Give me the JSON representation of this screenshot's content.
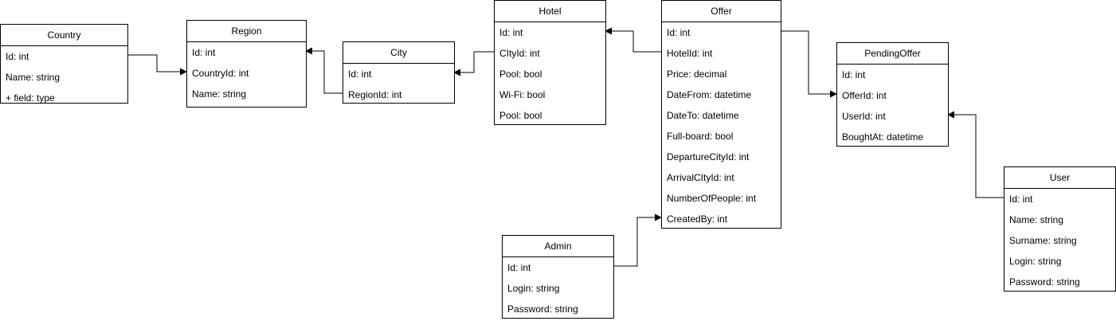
{
  "diagram": {
    "entities": {
      "country": {
        "title": "Country",
        "fields": [
          "Id: int",
          "Name: string",
          "+ field: type"
        ]
      },
      "region": {
        "title": "Region",
        "fields": [
          "Id: int",
          "CountryId: int",
          "Name: string"
        ]
      },
      "city": {
        "title": "City",
        "fields": [
          "Id: int",
          "RegionId: int"
        ]
      },
      "hotel": {
        "title": "Hotel",
        "fields": [
          "Id: int",
          "CItyId: int",
          "Pool: bool",
          "Wi-Fi: bool",
          "Pool: bool"
        ]
      },
      "offer": {
        "title": "Offer",
        "fields": [
          "Id: int",
          "HotelId: int",
          "Price: decimal",
          "DateFrom: datetime",
          "DateTo: datetime",
          "Full-board: bool",
          "DepartureCityId: int",
          "ArrivalCItyId: int",
          "NumberOfPeople: int",
          "CreatedBy: int"
        ]
      },
      "pendingoffer": {
        "title": "PendingOffer",
        "fields": [
          "Id: int",
          "OfferId: int",
          "UserId: int",
          "BoughtAt: datetime"
        ]
      },
      "admin": {
        "title": "Admin",
        "fields": [
          "Id: int",
          "Login: string",
          "Password: string"
        ]
      },
      "user": {
        "title": "User",
        "fields": [
          "Id: int",
          "Name: string",
          "Surname: string",
          "Login: string",
          "Password: string"
        ]
      }
    }
  }
}
